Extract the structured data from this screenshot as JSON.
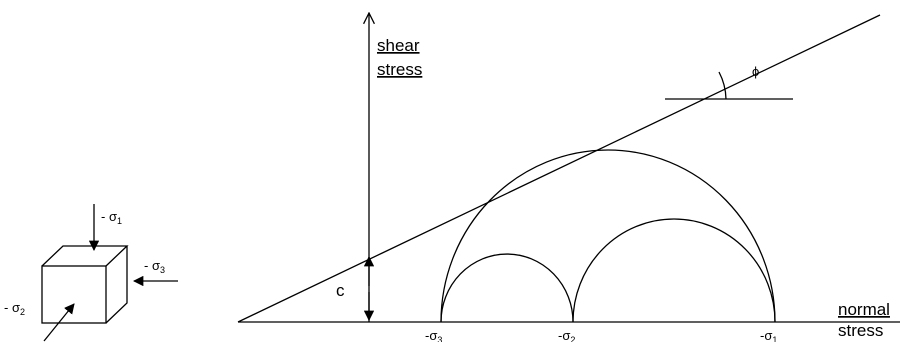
{
  "axes": {
    "y_label_line1": "shear",
    "y_label_line2": "stress",
    "x_label_line1": "normal",
    "x_label_line2": "stress"
  },
  "envelope": {
    "angle_label": "ϕ",
    "intercept_label": "c"
  },
  "x_ticks": [
    {
      "sign": "-",
      "symbol": "σ",
      "sub": "3"
    },
    {
      "sign": "-",
      "symbol": "σ",
      "sub": "2"
    },
    {
      "sign": "-",
      "symbol": "σ",
      "sub": "1"
    }
  ],
  "element": {
    "top": {
      "prefix": "- ",
      "symbol": "σ",
      "sub": "1"
    },
    "right": {
      "prefix": "- ",
      "symbol": "σ",
      "sub": "3"
    },
    "left": {
      "prefix": "- ",
      "symbol": "σ",
      "sub": "2"
    }
  }
}
